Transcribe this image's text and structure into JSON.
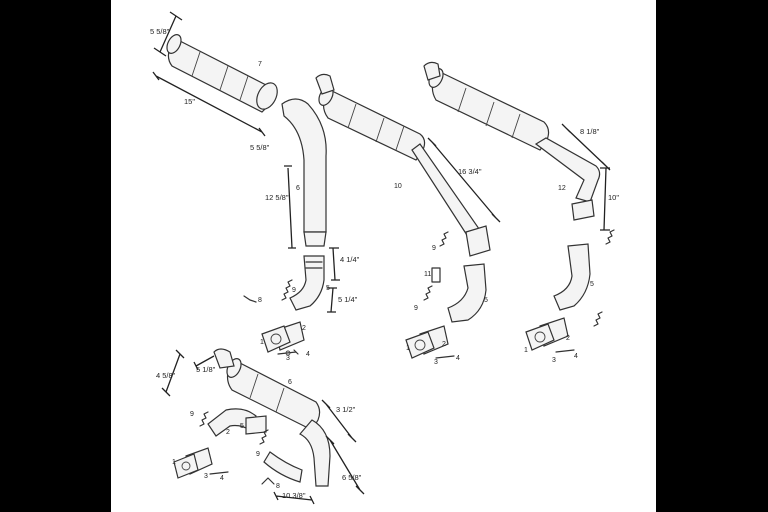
{
  "dimensions": {
    "d1_height": "5 5/8\"",
    "d1_length": "15\"",
    "d1_pipe_gap": "5 5/8\"",
    "d1_pipe_len": "12 5/8\"",
    "d1_coupler": "4 1/4\"",
    "d1_elbow": "5 1/4\"",
    "d2_length": "16 3/4\"",
    "d3_upper": "8 1/8\"",
    "d3_lower": "10\"",
    "d4_height": "4 5/8\"",
    "d4_neck": "5 1/8\"",
    "d4_right": "3 1/2\"",
    "d4_down": "6 5/8\"",
    "d4_bottom": "10 3/8\""
  },
  "callouts": {
    "n1": "1",
    "n2": "2",
    "n3": "3",
    "n4": "4",
    "n5": "5",
    "n6": "6",
    "n7": "7",
    "n8": "8",
    "n9": "9",
    "n10": "10",
    "n11": "11",
    "n12": "12"
  }
}
